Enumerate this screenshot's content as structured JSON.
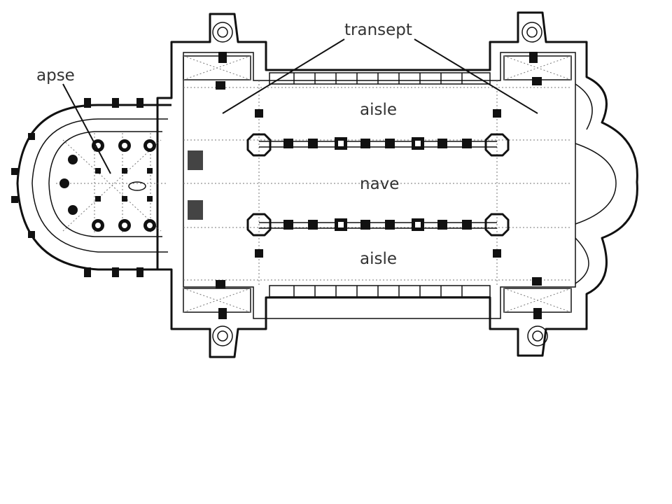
{
  "diagram": {
    "labels": {
      "apse": "apse",
      "transept": "transept",
      "aisle_top": "aisle",
      "nave": "nave",
      "aisle_bottom": "aisle"
    }
  }
}
